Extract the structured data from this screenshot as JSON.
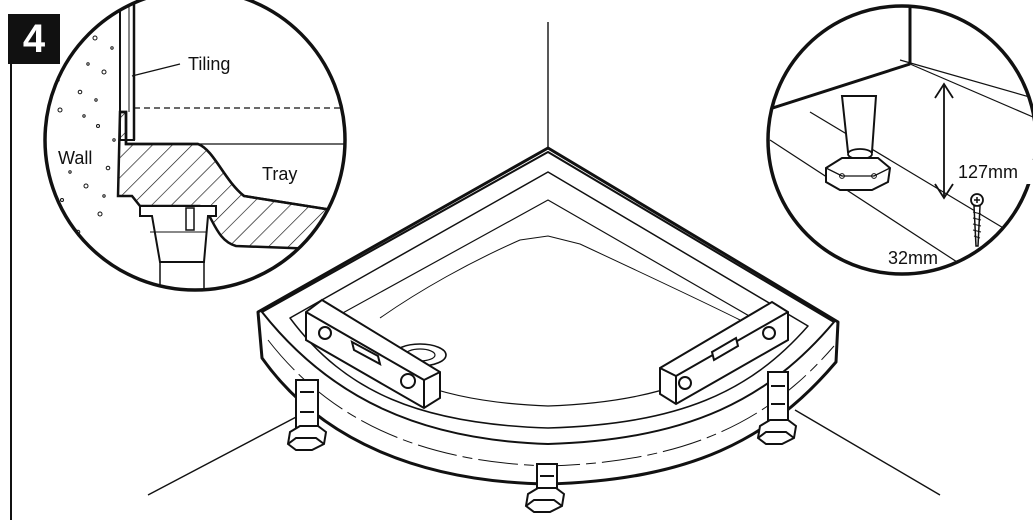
{
  "step": "4",
  "inset_left": {
    "labels": {
      "tiling": "Tiling",
      "wall": "Wall",
      "tray": "Tray"
    }
  },
  "inset_right": {
    "labels": {
      "height": "127mm",
      "screw": "32mm"
    }
  },
  "colors": {
    "ink": "#111111",
    "paper": "#ffffff"
  }
}
